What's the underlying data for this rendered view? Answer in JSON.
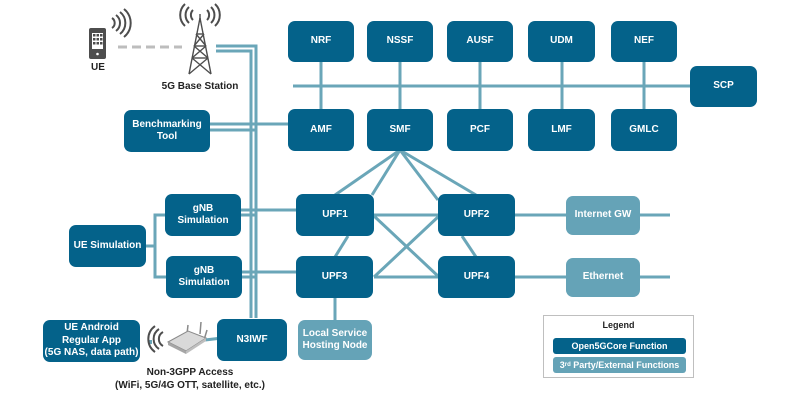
{
  "colors": {
    "core_function": "#04628a",
    "external_function": "#65a3b7",
    "connector": "#6aa6b8",
    "radio_dashed": "#bdbdbd"
  },
  "devices": {
    "ue": {
      "label": "UE",
      "icon": "smartphone-icon"
    },
    "base_station": {
      "label": "5G Base Station",
      "icon": "cell-tower-icon"
    },
    "non3gpp": {
      "label": "Non-3GPP Access\n(WiFi, 5G/4G OTT, satellite, etc.)",
      "icon": "wifi-router-icon"
    }
  },
  "core_top_row": [
    "NRF",
    "NSSF",
    "AUSF",
    "UDM",
    "NEF"
  ],
  "core_bottom_row": [
    "AMF",
    "SMF",
    "PCF",
    "LMF",
    "GMLC"
  ],
  "scp": "SCP",
  "benchmarking_tool": "Benchmarking\nTool",
  "ue_simulation": "UE Simulation",
  "gnb_simulation": [
    "gNB\nSimulation",
    "gNB\nSimulation"
  ],
  "upfs": [
    "UPF1",
    "UPF2",
    "UPF3",
    "UPF4"
  ],
  "external": {
    "internet_gw": "Internet GW",
    "ethernet": "Ethernet",
    "local_service": "Local Service\nHosting Node"
  },
  "n3iwf": "N3IWF",
  "ue_android": "UE Android\nRegular App\n(5G NAS, data path)",
  "legend": {
    "title": "Legend",
    "core": "Open5GCore Function",
    "external_sup": "rd",
    "external_pre": "3",
    "external_post": " Party/External Functions"
  }
}
